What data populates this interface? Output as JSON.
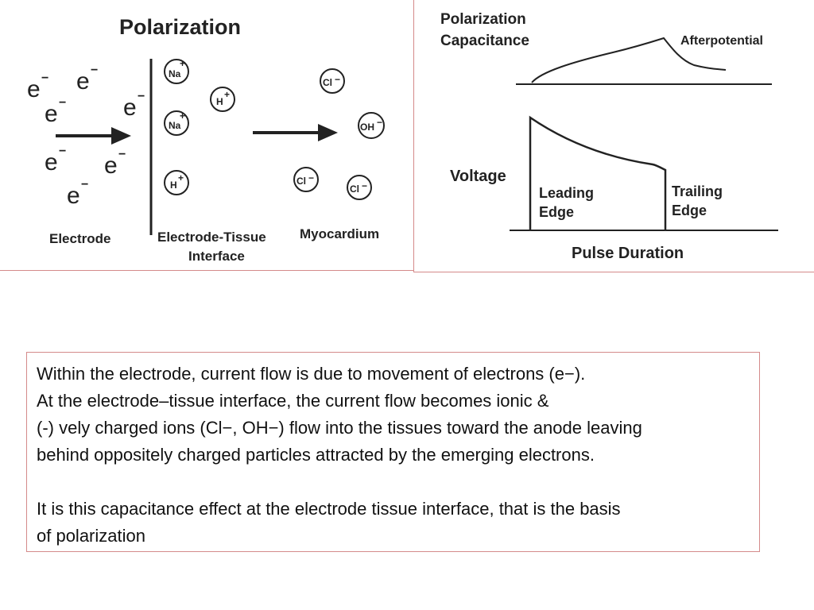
{
  "left_diagram": {
    "title": "Polarization",
    "electron_symbol": "e",
    "electron_superscript": "−",
    "ions": {
      "na": "Na",
      "h": "H",
      "cl": "Cl",
      "oh": "OH",
      "plus": "+",
      "minus": "−"
    },
    "labels": {
      "electrode": "Electrode",
      "interface_line1": "Electrode-Tissue",
      "interface_line2": "Interface",
      "myocardium": "Myocardium"
    }
  },
  "right_diagram": {
    "label_line1": "Polarization",
    "label_line2": "Capacitance",
    "afterpotential": "Afterpotential",
    "voltage": "Voltage",
    "leading_line1": "Leading",
    "leading_line2": "Edge",
    "trailing_line1": "Trailing",
    "trailing_line2": "Edge",
    "pulse_duration": "Pulse Duration"
  },
  "text_box": {
    "line1": "Within the electrode, current flow is due to movement of electrons (e−).",
    "line2": "At the electrode–tissue interface, the current flow becomes ionic &",
    "line3": "(-) vely charged ions (Cl−, OH−) flow into the tissues toward the anode leaving",
    "line4": "behind oppositely charged particles attracted by the emerging electrons.",
    "line5": "It is this capacitance effect at the electrode tissue interface, that is the basis",
    "line6": "of polarization"
  },
  "colors": {
    "border": "#d48a8a",
    "ink": "#222222"
  }
}
